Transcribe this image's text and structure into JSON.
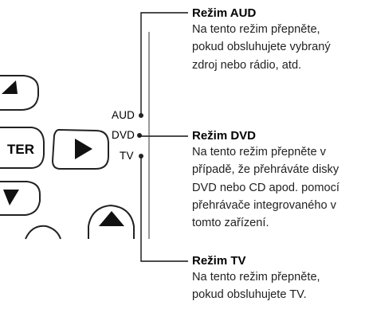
{
  "remote": {
    "enter_label": "TER"
  },
  "switch": {
    "labels": {
      "aud": "AUD",
      "dvd": "DVD",
      "tv": "TV"
    }
  },
  "sections": [
    {
      "title": "Režim AUD",
      "lines": [
        "Na tento režim přepněte,",
        "pokud obsluhujete vybraný",
        "zdroj nebo rádio, atd."
      ]
    },
    {
      "title": "Režim DVD",
      "lines": [
        "Na tento režim přepněte v",
        "případě, že přehráváte disky",
        "DVD nebo CD apod. pomocí",
        "přehrávače integrovaného v",
        "tomto zařízení."
      ]
    },
    {
      "title": "Režim TV",
      "lines": [
        "Na tento režim přepněte,",
        "pokud obsluhujete TV."
      ]
    }
  ]
}
